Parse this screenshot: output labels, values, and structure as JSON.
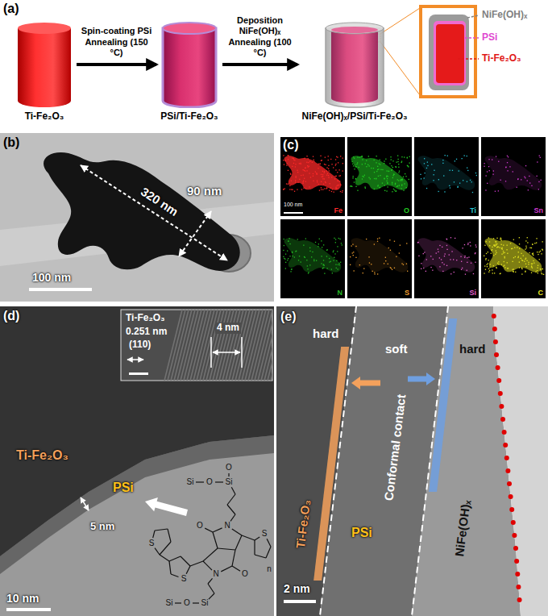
{
  "diagram": {
    "nodes": [
      {
        "text": [
          "Ti-Fe₂O₃"
        ]
      },
      {
        "text": [
          "PSi/Ti-Fe₂O₃"
        ]
      },
      {
        "text": [
          "NiFe(OH)ₓ/PSi/Ti-Fe₂O₃"
        ]
      }
    ],
    "edges": [
      {
        "from": 0,
        "to": 1,
        "arrow": "to",
        "label": "Spin-coating PSi Annealing (150 °C)"
      },
      {
        "from": 1,
        "to": 2,
        "arrow": "to",
        "label": "Deposition NiFe(OH)ₓ Annealing (100 °C)"
      }
    ],
    "labels": [
      "(a)",
      "NiFe(OH)ₓ",
      "PSi",
      "Ti-Fe₂O₃",
      "(b)",
      "320 nm",
      "90 nm",
      "100 nm",
      "(c)",
      "Fe",
      "O",
      "Ti",
      "Sn",
      "N",
      "S",
      "Si",
      "C",
      "100 nm",
      "(d)",
      "Ti-Fe₂O₃",
      "0.251 nm",
      "(110)",
      "4 nm",
      "Ti-Fe₂O₃",
      "PSi",
      "5 nm",
      "10 nm",
      "O",
      "Si",
      "O",
      "Si",
      "N",
      "O",
      "S",
      "S",
      "S",
      "n",
      "O",
      "N",
      "Si",
      "O",
      "Si",
      "(e)",
      "hard",
      "soft",
      "hard",
      "Conformal contact",
      "Ti-Fe₂O₃",
      "PSi",
      "NiFe(OH)ₓ",
      "2 nm"
    ]
  }
}
